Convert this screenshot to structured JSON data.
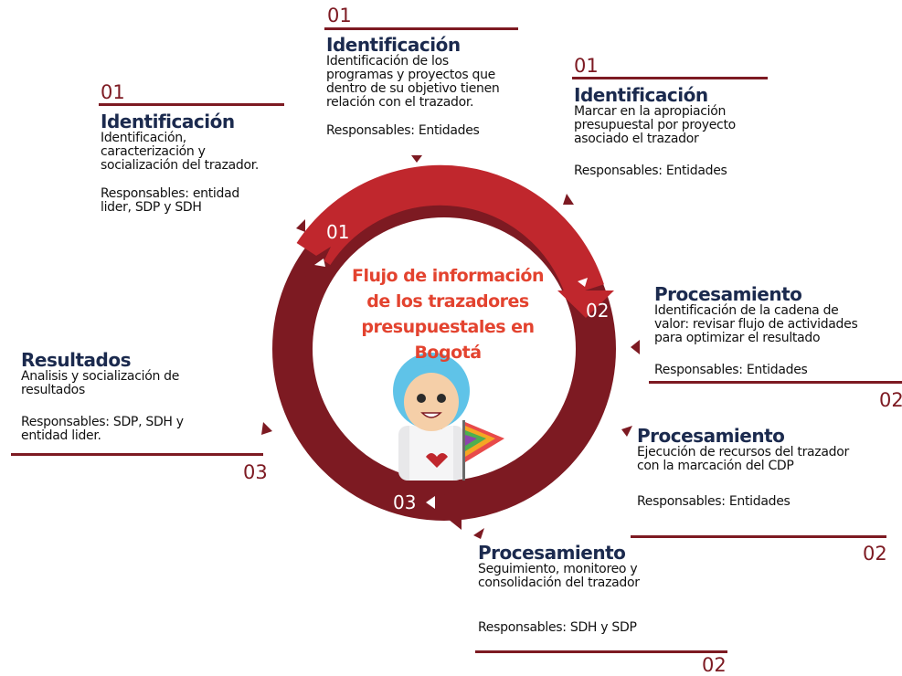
{
  "center_title": [
    "Flujo de información",
    "de los trazadores",
    "presupuestales en Bogotá"
  ],
  "ring_numbers": [
    "01",
    "02",
    "03"
  ],
  "colors": {
    "ring_light": "#c0272d",
    "ring_dark": "#7d1a22",
    "title": "#1b2a4e",
    "center_text": "#e3432f"
  },
  "blocks": [
    {
      "num": "01",
      "title": "Identificación",
      "desc": [
        "Identificación de los",
        "programas y proyectos que",
        "dentro de su objetivo tienen",
        "relación con el trazador."
      ],
      "resp": [
        "Responsables: Entidades"
      ]
    },
    {
      "num": "01",
      "title": "Identificación",
      "desc": [
        "Marcar en la apropiación",
        "presupuestal por proyecto",
        "asociado el trazador"
      ],
      "resp": [
        "Responsables: Entidades"
      ]
    },
    {
      "num": "01",
      "title": "Identificación",
      "desc": [
        "Identificación,",
        "caracterización y",
        "socialización del trazador."
      ],
      "resp": [
        "Responsables: entidad",
        "lider, SDP y SDH"
      ]
    },
    {
      "num": "02",
      "title": "Procesamiento",
      "desc": [
        "Identificación de la cadena de",
        "valor: revisar flujo de actividades",
        "para optimizar el resultado"
      ],
      "resp": [
        "Responsables: Entidades"
      ]
    },
    {
      "num": "02",
      "title": "Procesamiento",
      "desc": [
        "Ejecución de recursos del trazador",
        "con la marcación del CDP"
      ],
      "resp": [
        "Responsables: Entidades"
      ]
    },
    {
      "num": "02",
      "title": "Procesamiento",
      "desc": [
        "Seguimiento, monitoreo y",
        "consolidación del trazador"
      ],
      "resp": [
        "Responsables: SDH y SDP"
      ]
    },
    {
      "num": "03",
      "title": "Resultados",
      "desc": [
        "Analisis y socialización de",
        "resultados"
      ],
      "resp": [
        "Responsables: SDP, SDH y",
        "entidad lider."
      ]
    }
  ]
}
